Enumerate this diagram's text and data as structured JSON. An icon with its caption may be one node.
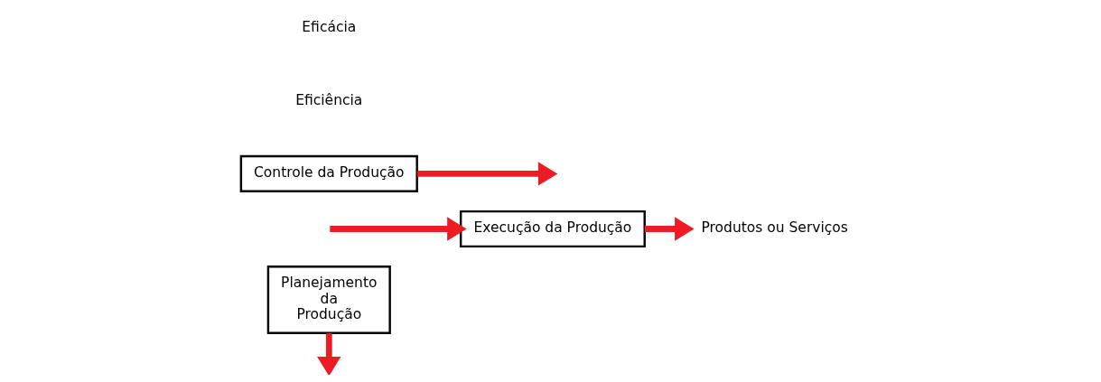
{
  "diagram": {
    "nodes": [
      {
        "text": [
          "Planejamento da Produção"
        ]
      },
      {
        "text": [
          "Execução da Produção"
        ]
      },
      {
        "text": [
          "Controle da Produção"
        ]
      },
      {
        "text": [
          "Produtos ou Serviços"
        ]
      }
    ],
    "edges": [
      {
        "from": 0,
        "to": null,
        "arrow": "to"
      },
      {
        "from": null,
        "to": 1,
        "arrow": "to"
      },
      {
        "from": 1,
        "to": 3,
        "arrow": "to"
      },
      {
        "from": 2,
        "to": null,
        "arrow": "to"
      }
    ],
    "labels": [
      "Eficiência",
      "Eficácia"
    ]
  }
}
